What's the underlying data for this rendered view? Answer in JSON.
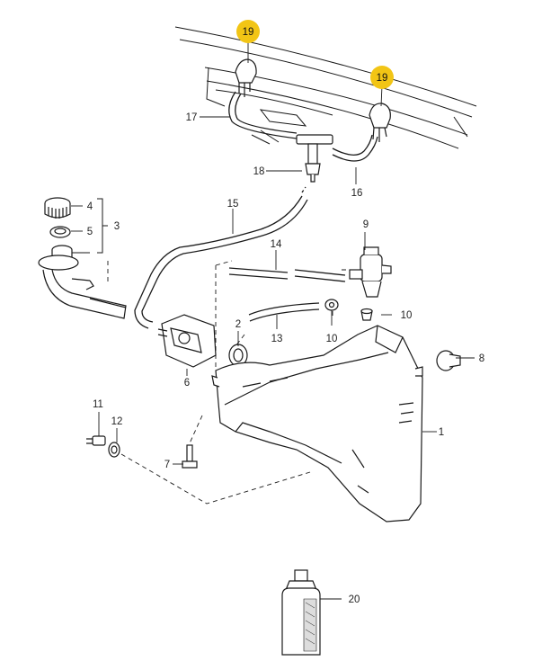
{
  "colors": {
    "line": "#1a1a1a",
    "highlight": "#f2c515",
    "part_fill": "#ffffff",
    "shade": "#e8e8e8"
  },
  "callouts": {
    "c1": "1",
    "c2": "2",
    "c3": "3",
    "c4": "4",
    "c5": "5",
    "c6": "6",
    "c7": "7",
    "c8": "8",
    "c9": "9",
    "c10a": "10",
    "c10b": "10",
    "c11": "11",
    "c12": "12",
    "c13": "13",
    "c14": "14",
    "c15": "15",
    "c16": "16",
    "c17": "17",
    "c18": "18",
    "c19a": "19",
    "c19b": "19",
    "c20": "20"
  },
  "highlighted_parts": [
    "19"
  ]
}
